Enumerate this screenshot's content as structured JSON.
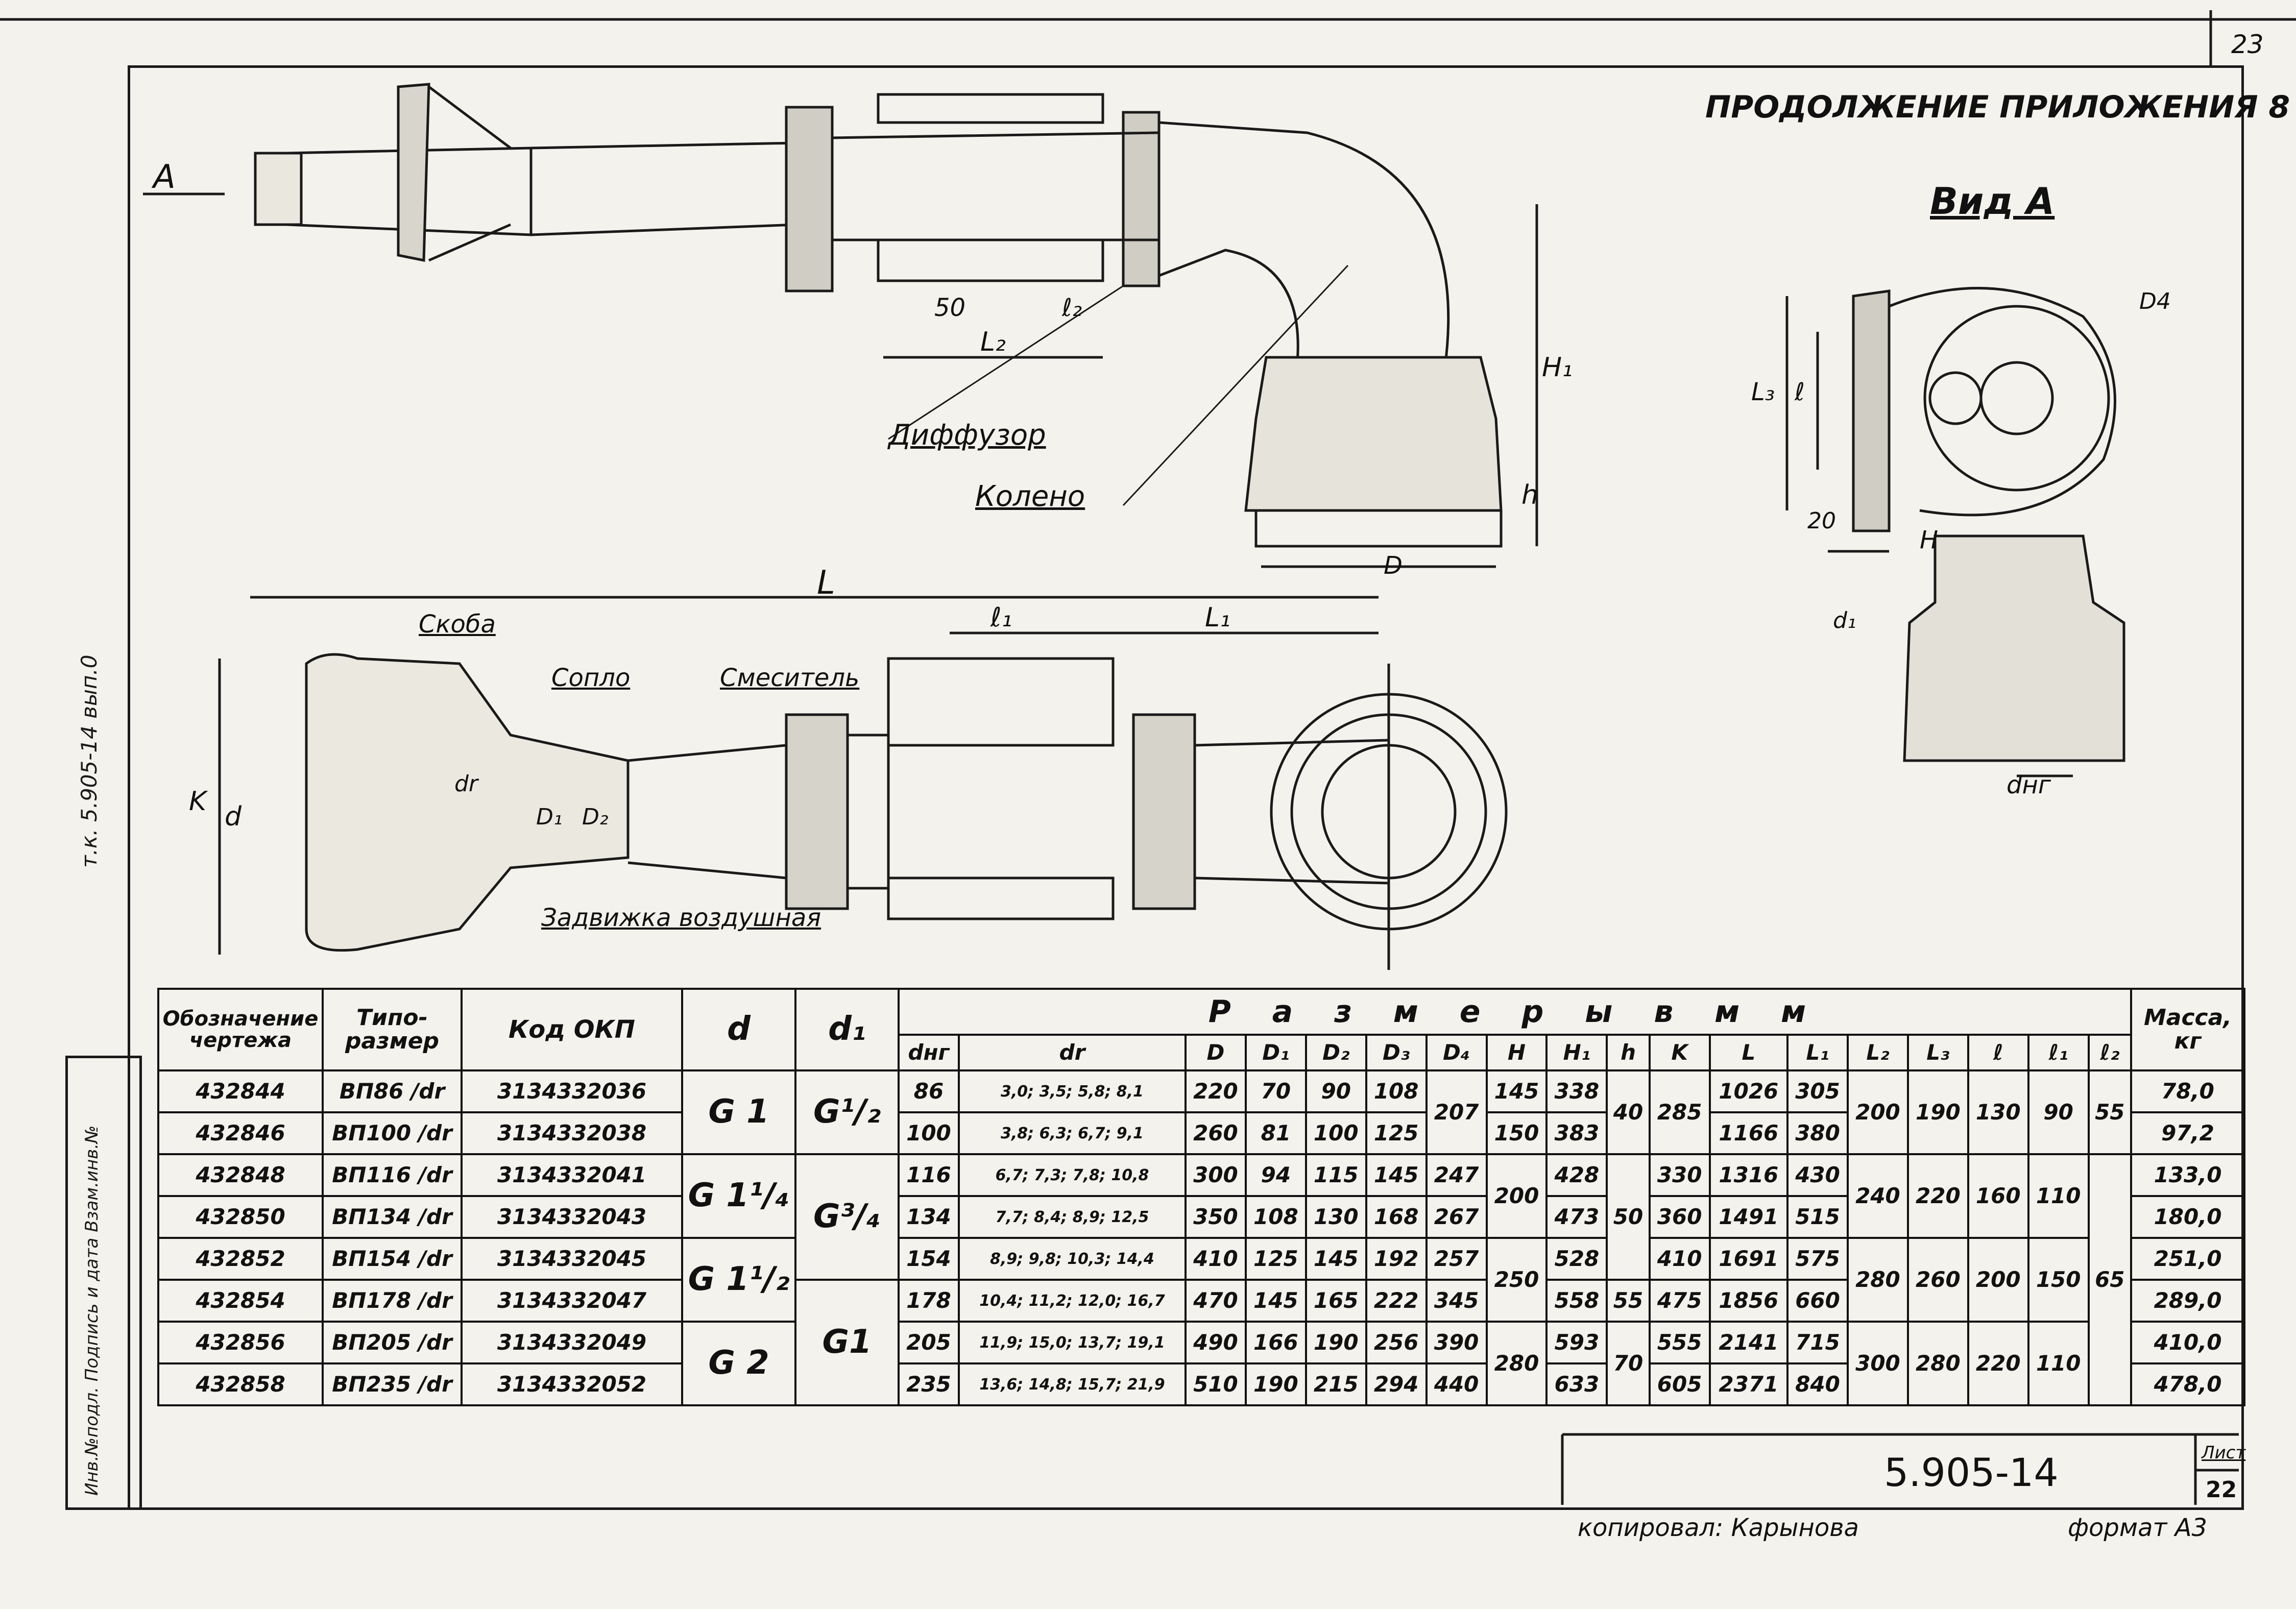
{
  "sheet": {
    "corner_number": "23",
    "title": "ПРОДОЛЖЕНИЕ ПРИЛОЖЕНИЯ 8",
    "view_label": "Вид А",
    "side_stamp": "т.к. 5.905-14 вып.0",
    "left_stamp": "Инв.№подл. Подпись и дата Взам.инв.№",
    "doc_code": "5.905-14",
    "sheet_label": "Лист",
    "sheet_number": "22",
    "copied_by": "копировал: Карынова",
    "format": "формат А3"
  },
  "callouts": {
    "arrow_a": "А",
    "diffuser": "Диффузор",
    "elbow": "Колено",
    "bracket": "Скоба",
    "nozzle": "Сопло",
    "mixer": "Смеситель",
    "air_valve": "Задвижка воздушная",
    "dims": {
      "L": "L",
      "L1": "L₁",
      "L2": "L₂",
      "l1": "ℓ₁",
      "l2": "ℓ₂",
      "d50": "50",
      "H1": "H₁",
      "h": "h",
      "D": "D",
      "K": "K",
      "d": "d",
      "dr": "dr",
      "D1": "D₁",
      "D2": "D₂",
      "D4": "D4",
      "L3": "L₃",
      "l": "ℓ",
      "d20": "20",
      "H": "H",
      "d1": "d₁",
      "dnr": "dнг"
    }
  },
  "table": {
    "col_designation": "Обозначение чертежа",
    "col_type": "Типо-размер",
    "col_code": "Код ОКП",
    "col_d": "d",
    "col_d1": "d₁",
    "dims_header": "Р а з м е р ы   в   м м",
    "col_mass": "Масса, кг",
    "sub": [
      "dнг",
      "dr",
      "D",
      "D₁",
      "D₂",
      "D₃",
      "D₄",
      "H",
      "H₁",
      "h",
      "K",
      "L",
      "L₁",
      "L₂",
      "L₃",
      "ℓ",
      "ℓ₁",
      "ℓ₂"
    ],
    "rows": [
      {
        "des": "432844",
        "type": "ВП86 /dr",
        "code": "3134332036",
        "dnr": "86",
        "dr": "3,0; 3,5; 5,8; 8,1",
        "D": "220",
        "D1": "70",
        "D2": "90",
        "D3": "108",
        "H1": "338",
        "K": "285",
        "L": "1026",
        "L1": "305",
        "mass": "78,0"
      },
      {
        "des": "432846",
        "type": "ВП100 /dr",
        "code": "3134332038",
        "dnr": "100",
        "dr": "3,8; 6,3; 6,7; 9,1",
        "D": "260",
        "D1": "81",
        "D2": "100",
        "D3": "125",
        "H1": "383",
        "L": "1166",
        "L1": "380",
        "mass": "97,2"
      },
      {
        "des": "432848",
        "type": "ВП116 /dr",
        "code": "3134332041",
        "dnr": "116",
        "dr": "6,7; 7,3; 7,8; 10,8",
        "D": "300",
        "D1": "94",
        "D2": "115",
        "D3": "145",
        "D4": "247",
        "H1": "428",
        "K": "330",
        "L": "1316",
        "L1": "430",
        "mass": "133,0"
      },
      {
        "des": "432850",
        "type": "ВП134 /dr",
        "code": "3134332043",
        "dnr": "134",
        "dr": "7,7; 8,4; 8,9; 12,5",
        "D": "350",
        "D1": "108",
        "D2": "130",
        "D3": "168",
        "D4": "267",
        "H1": "473",
        "K": "360",
        "L": "1491",
        "L1": "515",
        "mass": "180,0"
      },
      {
        "des": "432852",
        "type": "ВП154 /dr",
        "code": "3134332045",
        "dnr": "154",
        "dr": "8,9; 9,8; 10,3; 14,4",
        "D": "410",
        "D1": "125",
        "D2": "145",
        "D3": "192",
        "D4": "257",
        "H1": "528",
        "K": "410",
        "L": "1691",
        "L1": "575",
        "mass": "251,0"
      },
      {
        "des": "432854",
        "type": "ВП178 /dr",
        "code": "3134332047",
        "dnr": "178",
        "dr": "10,4; 11,2; 12,0; 16,7",
        "D": "470",
        "D1": "145",
        "D2": "165",
        "D3": "222",
        "D4": "345",
        "H1": "558",
        "h": "55",
        "K": "475",
        "L": "1856",
        "L1": "660",
        "mass": "289,0"
      },
      {
        "des": "432856",
        "type": "ВП205 /dr",
        "code": "3134332049",
        "dnr": "205",
        "dr": "11,9; 15,0; 13,7; 19,1",
        "D": "490",
        "D1": "166",
        "D2": "190",
        "D3": "256",
        "D4": "390",
        "H1": "593",
        "K": "555",
        "L": "2141",
        "L1": "715",
        "mass": "410,0"
      },
      {
        "des": "432858",
        "type": "ВП235 /dr",
        "code": "3134332052",
        "dnr": "235",
        "dr": "13,6; 14,8; 15,7; 21,9",
        "D": "510",
        "D1": "190",
        "D2": "215",
        "D3": "294",
        "D4": "440",
        "H1": "633",
        "K": "605",
        "L": "2371",
        "L1": "840",
        "mass": "478,0"
      }
    ],
    "merged": {
      "d_g1": "G 1",
      "d_g114": "G 1¹/₄",
      "d_g112": "G 1¹/₂",
      "d_g2": "G 2",
      "d1_g12": "G¹/₂",
      "d1_g34": "G³/₄",
      "d1_g1": "G1",
      "D4_207": "207",
      "H_145": "145",
      "H_150": "150",
      "H_200": "200",
      "H_250": "250",
      "H_280": "280",
      "h_40": "40",
      "h_50": "50",
      "h_70": "70",
      "L2_200": "200",
      "L2_240": "240",
      "L2_280": "280",
      "L2_300": "300",
      "L3_190": "190",
      "L3_220": "220",
      "L3_260": "260",
      "L3_280": "280",
      "l_130": "130",
      "l_160": "160",
      "l_200": "200",
      "l_220": "220",
      "l1_90": "90",
      "l1_110": "110",
      "l1_150": "150",
      "l1_110b": "110",
      "l2_55": "55",
      "l2_65": "65"
    }
  }
}
